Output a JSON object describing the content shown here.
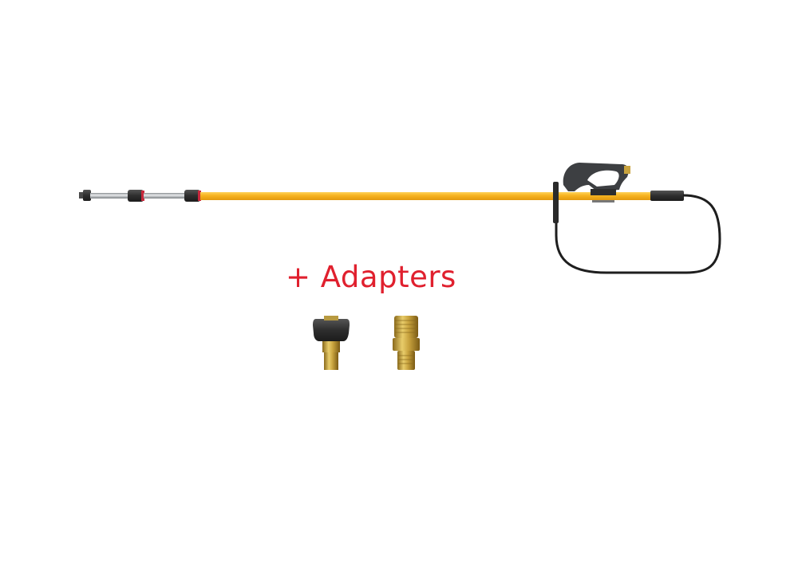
{
  "caption": {
    "text": "+ Adapters"
  },
  "colors": {
    "pole_yellow": "#f5b01c",
    "metal": "#b8bcc0",
    "grip": "#3a3a3a",
    "red_accent": "#c8283c",
    "brass": "#c9a33e",
    "caption_red": "#e0202e"
  },
  "items": [
    {
      "name": "telescopic-lance",
      "icon": "telescopic-pole"
    },
    {
      "name": "trigger-gun",
      "icon": "spray-gun"
    },
    {
      "name": "hose",
      "icon": "hose-loop"
    },
    {
      "name": "adapter-quick-coupler",
      "icon": "brass-coupler-black-nut"
    },
    {
      "name": "adapter-brass-nipple",
      "icon": "brass-nipple"
    }
  ]
}
